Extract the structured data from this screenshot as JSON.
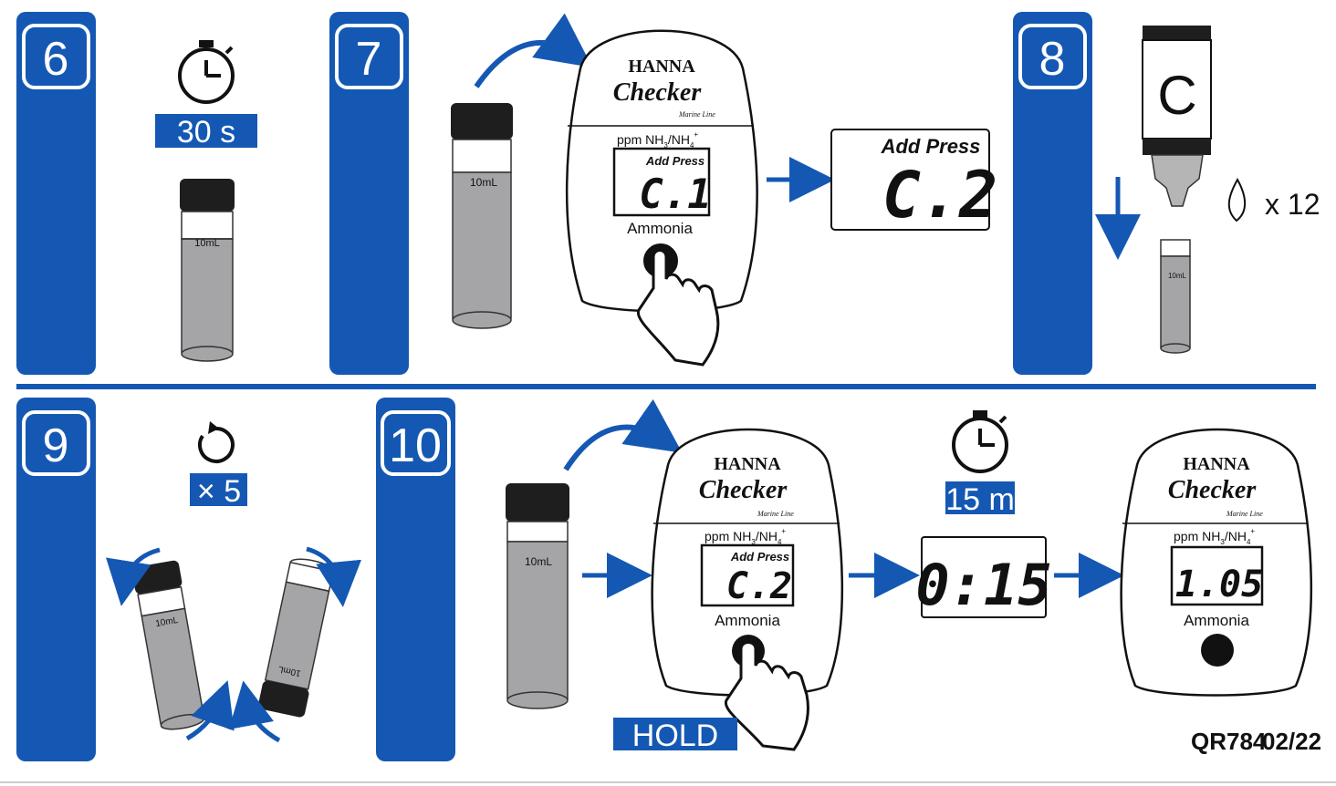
{
  "colors": {
    "accent": "#1458b3",
    "ink": "#111111"
  },
  "steps": [
    {
      "number": "6",
      "timer_label": "30 s",
      "vial_label": "10mL"
    },
    {
      "number": "7",
      "vial_label": "10mL",
      "meter": {
        "brand": "HANNA",
        "model": "Checker",
        "line": "Marine Line",
        "unit": "ppm NH3/NH4+",
        "unit_main": "ppm NH",
        "unit_sub1": "3",
        "unit_mid": "/NH",
        "unit_sub2": "4",
        "unit_sup": "+",
        "indicator": "Add Press",
        "display": "C.1",
        "parameter": "Ammonia"
      },
      "display_zoom": {
        "indicator": "Add Press",
        "display": "C.2"
      }
    },
    {
      "number": "8",
      "reagent": "C",
      "drops": "x 12",
      "vial_label": "10mL"
    },
    {
      "number": "9",
      "invert_label": "× 5",
      "vial_label": "10mL",
      "vial_label_flipped": "10mL"
    },
    {
      "number": "10",
      "vial_label": "10mL",
      "meter": {
        "brand": "HANNA",
        "model": "Checker",
        "line": "Marine Line",
        "unit_main": "ppm NH",
        "unit_sub1": "3",
        "unit_mid": "/NH",
        "unit_sub2": "4",
        "unit_sup": "+",
        "indicator": "Add Press",
        "display": "C.2",
        "parameter": "Ammonia"
      },
      "hold_label": "HOLD",
      "timer_label": "15 m",
      "countdown": "0:15",
      "result_meter": {
        "brand": "HANNA",
        "model": "Checker",
        "line": "Marine Line",
        "unit_main": "ppm NH",
        "unit_sub1": "3",
        "unit_mid": "/NH",
        "unit_sub2": "4",
        "unit_sup": "+",
        "display": "1.05",
        "parameter": "Ammonia"
      }
    }
  ],
  "footer": {
    "code": "QR784",
    "date": "02/22"
  }
}
